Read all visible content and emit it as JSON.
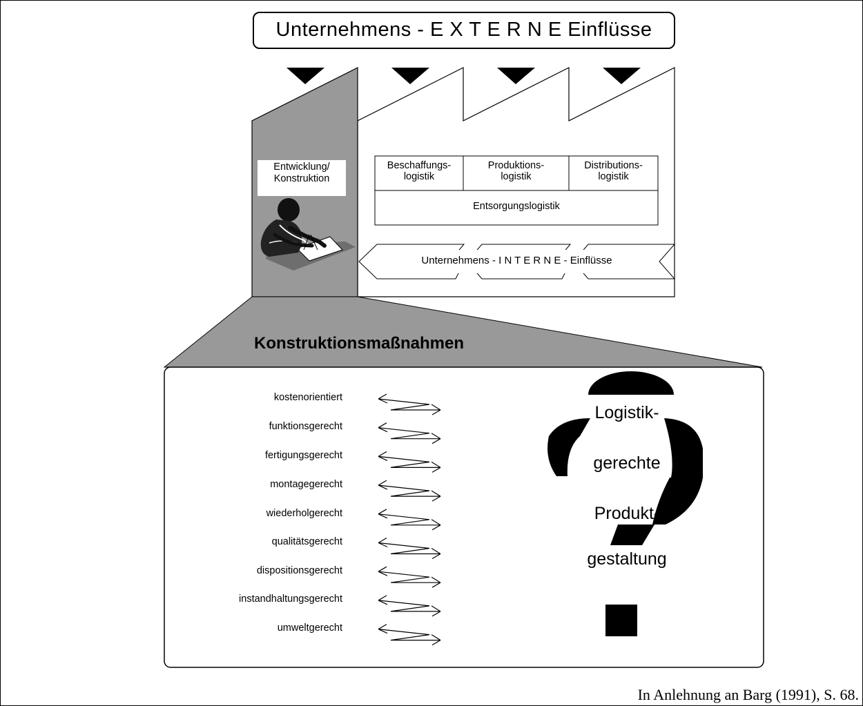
{
  "external_influences": {
    "label": "Unternehmens - E X T E R N E  Einflüsse"
  },
  "factory": {
    "development_label": [
      "Entwicklung/",
      "Konstruktion"
    ],
    "logistics_cells": [
      {
        "line1": "Beschaffungs-",
        "line2": "logistik"
      },
      {
        "line1": "Produktions-",
        "line2": "logistik"
      },
      {
        "line1": "Distributions-",
        "line2": "logistik"
      }
    ],
    "disposal": "Entsorgungslogistik",
    "internal_influences": "Unternehmens - I N T E R N E - Einflüsse"
  },
  "measures": {
    "title": "Konstruktionsmaßnahmen",
    "items": [
      "kostenorientiert",
      "funktionsgerecht",
      "fertigungsgerecht",
      "montagegerecht",
      "wiederholgerecht",
      "qualitätsgerecht",
      "dispositionsgerecht",
      "instandhaltungsgerecht",
      "umweltgerecht"
    ]
  },
  "question": {
    "lines": [
      "Logistik-",
      "gerechte",
      "Produkt-",
      "gestaltung"
    ]
  },
  "citation": "In Anlehnung an Barg (1991), S. 68."
}
